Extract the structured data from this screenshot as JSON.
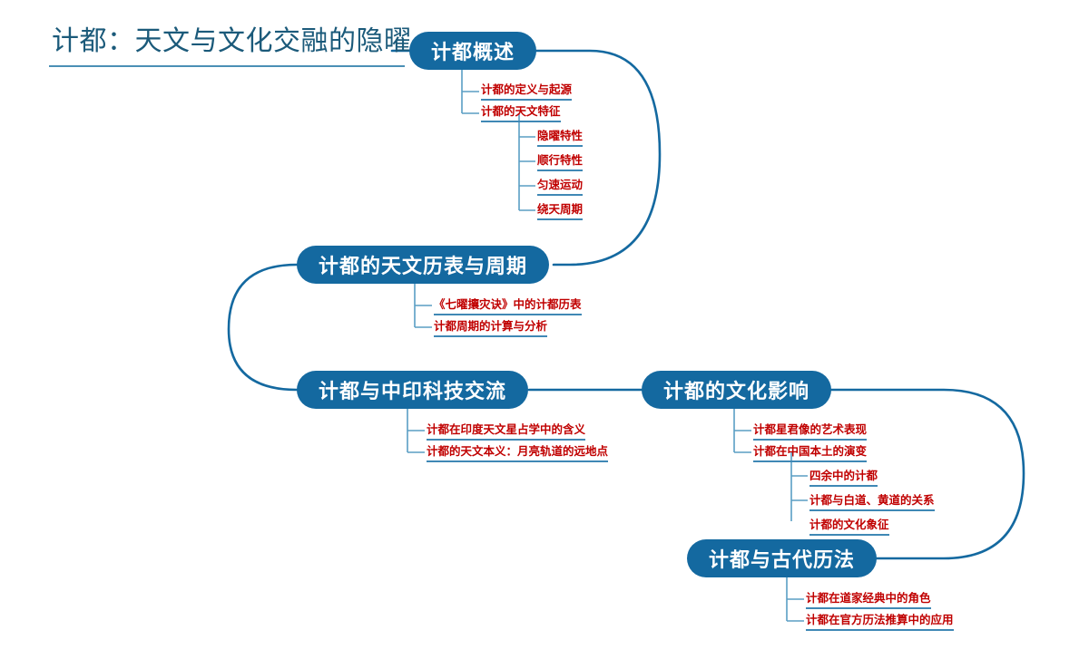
{
  "document": {
    "type": "mindmap",
    "root_title": "计都：天文与文化交融的隐曜",
    "colors": {
      "pill_fill": "#1469a0",
      "pill_text": "#ffffff",
      "leaf_text": "#c00000",
      "leaf_rule": "#3f88b5",
      "connector": "#1469a0",
      "title_text": "#1b5a7a",
      "title_rule": "#4a8fb5",
      "background": "#ffffff"
    }
  },
  "branches": [
    {
      "id": "overview",
      "title": "计都概述",
      "children": [
        {
          "label": "计都的定义与起源",
          "children": []
        },
        {
          "label": "计都的天文特征",
          "children": [
            {
              "label": "隐曜特性"
            },
            {
              "label": "顺行特性"
            },
            {
              "label": "匀速运动"
            },
            {
              "label": "绕天周期"
            }
          ]
        }
      ]
    },
    {
      "id": "ephemeris",
      "title": "计都的天文历表与周期",
      "children": [
        {
          "label": "《七曜攘灾诀》中的计都历表",
          "children": []
        },
        {
          "label": "计都周期的计算与分析",
          "children": []
        }
      ]
    },
    {
      "id": "exchange",
      "title": "计都与中印科技交流",
      "children": [
        {
          "label": "计都在印度天文星占学中的含义",
          "children": []
        },
        {
          "label": "计都的天文本义：月亮轨道的远地点",
          "children": []
        }
      ]
    },
    {
      "id": "culture",
      "title": "计都的文化影响",
      "children": [
        {
          "label": "计都星君像的艺术表现",
          "children": []
        },
        {
          "label": "计都在中国本土的演变",
          "children": [
            {
              "label": "四余中的计都"
            },
            {
              "label": "计都与白道、黄道的关系"
            },
            {
              "label": "计都的文化象征"
            }
          ]
        }
      ]
    },
    {
      "id": "calendar",
      "title": "计都与古代历法",
      "children": [
        {
          "label": "计都在道家经典中的角色",
          "children": []
        },
        {
          "label": "计都在官方历法推算中的应用",
          "children": []
        }
      ]
    }
  ]
}
